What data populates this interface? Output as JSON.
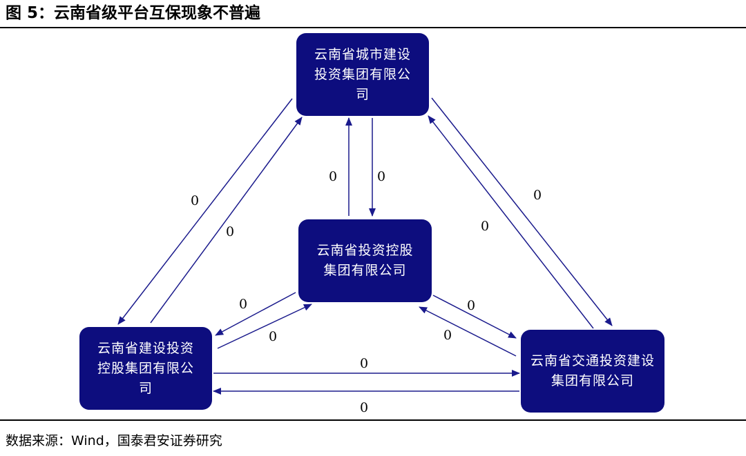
{
  "title": "图 5：云南省级平台互保现象不普遍",
  "source": "数据来源：Wind，国泰君安证券研究",
  "colors": {
    "node_fill": "#0d0d7e",
    "node_text": "#ffffff",
    "arrow": "#1a1a8c"
  },
  "nodes": {
    "city": "云南省城市建设投资集团有限公司",
    "holding": "云南省投资控股集团有限公司",
    "construction": "云南省建设投资控股集团有限公司",
    "transport": "云南省交通投资建设集团有限公司"
  },
  "edges": [
    {
      "from": "city",
      "to": "construction",
      "label": "0"
    },
    {
      "from": "construction",
      "to": "city",
      "label": "0"
    },
    {
      "from": "holding",
      "to": "city",
      "label": "0"
    },
    {
      "from": "city",
      "to": "holding",
      "label": "0"
    },
    {
      "from": "city",
      "to": "transport",
      "label": "0"
    },
    {
      "from": "transport",
      "to": "city",
      "label": "0"
    },
    {
      "from": "holding",
      "to": "construction",
      "label": "0"
    },
    {
      "from": "construction",
      "to": "holding",
      "label": "0"
    },
    {
      "from": "holding",
      "to": "transport",
      "label": "0"
    },
    {
      "from": "transport",
      "to": "holding",
      "label": "0"
    },
    {
      "from": "construction",
      "to": "transport",
      "label": "0"
    },
    {
      "from": "transport",
      "to": "construction",
      "label": "0"
    }
  ]
}
